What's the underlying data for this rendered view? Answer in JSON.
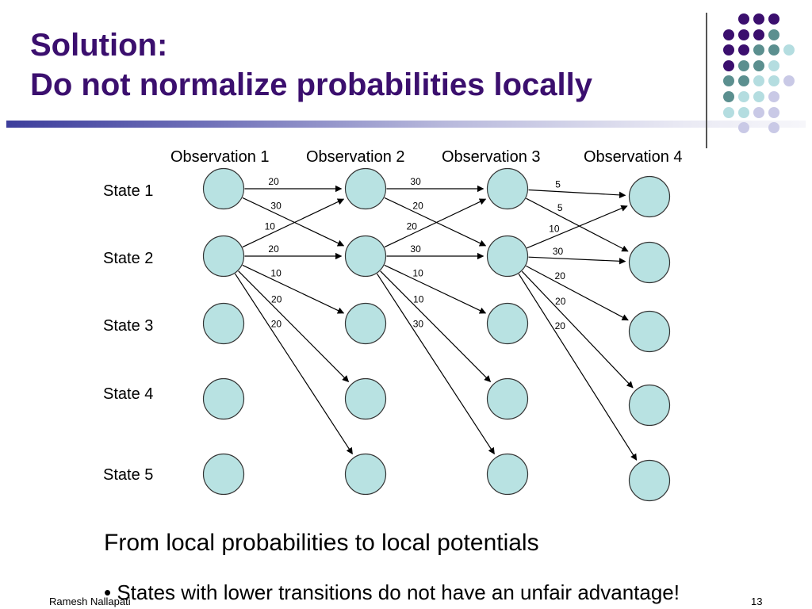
{
  "slide": {
    "title_line1": "Solution:",
    "title_line2": "Do not normalize probabilities locally",
    "subheading": "From local probabilities to local potentials",
    "bullet": "• States with lower transitions do not have an unfair advantage!",
    "author": "Ramesh Nallapati",
    "page_number": "13"
  },
  "colors": {
    "title": "#3b0f6e",
    "node_fill": "#b8e2e2",
    "node_stroke": "#333333",
    "arrow": "#000000",
    "dot_purple": "#3b0f6e",
    "dot_teal": "#5b8f8f",
    "dot_lightblue": "#b4dde0",
    "dot_lavender": "#c9c9e6"
  },
  "diagram": {
    "observations": [
      "Observation 1",
      "Observation 2",
      "Observation 3",
      "Observation 4"
    ],
    "states": [
      "State 1",
      "State 2",
      "State 3",
      "State 4",
      "State 5"
    ],
    "transitions": [
      {
        "obs": 1,
        "from": 1,
        "to": 1,
        "weight": "20"
      },
      {
        "obs": 1,
        "from": 1,
        "to": 2,
        "weight": "30"
      },
      {
        "obs": 1,
        "from": 2,
        "to": 1,
        "weight": "10"
      },
      {
        "obs": 1,
        "from": 2,
        "to": 2,
        "weight": "20"
      },
      {
        "obs": 1,
        "from": 2,
        "to": 3,
        "weight": "10"
      },
      {
        "obs": 1,
        "from": 2,
        "to": 4,
        "weight": "20"
      },
      {
        "obs": 1,
        "from": 2,
        "to": 5,
        "weight": "20"
      },
      {
        "obs": 2,
        "from": 1,
        "to": 1,
        "weight": "30"
      },
      {
        "obs": 2,
        "from": 1,
        "to": 2,
        "weight": "20"
      },
      {
        "obs": 2,
        "from": 2,
        "to": 1,
        "weight": "20"
      },
      {
        "obs": 2,
        "from": 2,
        "to": 2,
        "weight": "30"
      },
      {
        "obs": 2,
        "from": 2,
        "to": 3,
        "weight": "10"
      },
      {
        "obs": 2,
        "from": 2,
        "to": 4,
        "weight": "10"
      },
      {
        "obs": 2,
        "from": 2,
        "to": 5,
        "weight": "30"
      },
      {
        "obs": 3,
        "from": 1,
        "to": 1,
        "weight": "5"
      },
      {
        "obs": 3,
        "from": 1,
        "to": 2,
        "weight": "5"
      },
      {
        "obs": 3,
        "from": 2,
        "to": 1,
        "weight": "10"
      },
      {
        "obs": 3,
        "from": 2,
        "to": 2,
        "weight": "30"
      },
      {
        "obs": 3,
        "from": 2,
        "to": 3,
        "weight": "20"
      },
      {
        "obs": 3,
        "from": 2,
        "to": 4,
        "weight": "20"
      },
      {
        "obs": 3,
        "from": 2,
        "to": 5,
        "weight": "20"
      }
    ]
  }
}
